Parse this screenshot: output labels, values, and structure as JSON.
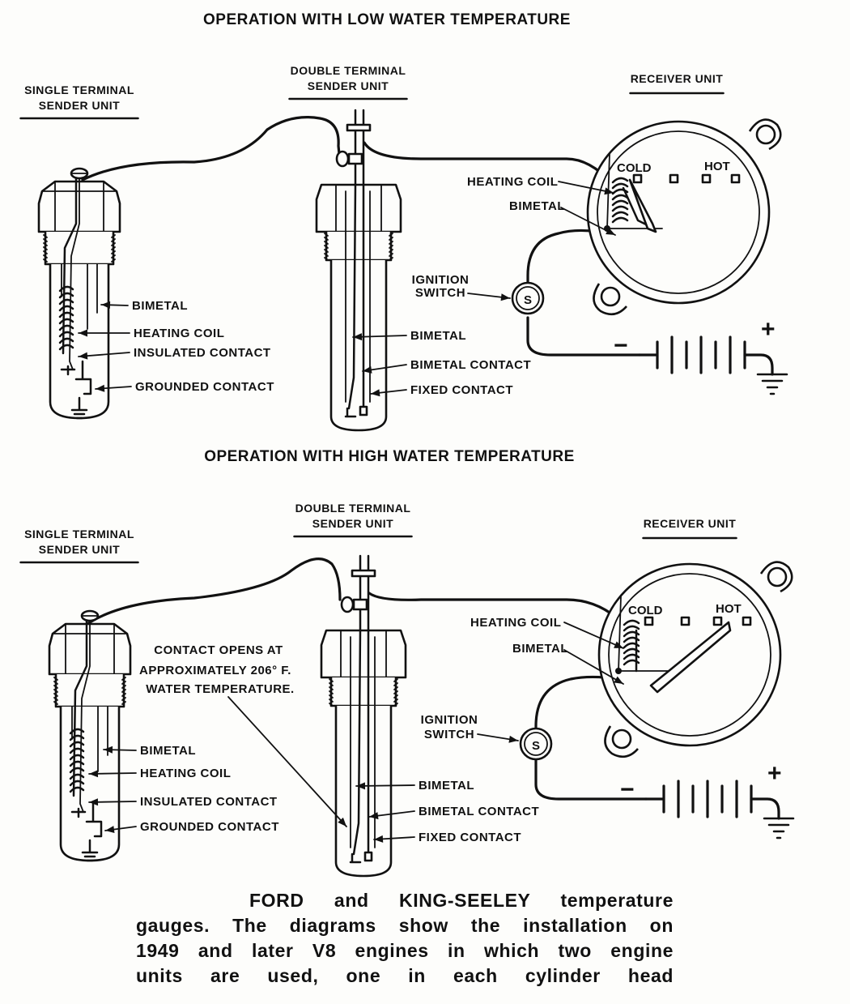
{
  "diagram": {
    "low": {
      "title": "OPERATION WITH LOW WATER TEMPERATURE",
      "single_sender_heading": [
        "SINGLE TERMINAL",
        "SENDER UNIT"
      ],
      "double_sender_heading": [
        "DOUBLE TERMINAL",
        "SENDER UNIT"
      ],
      "receiver_heading": "RECEIVER UNIT",
      "single_labels": [
        "BIMETAL",
        "HEATING COIL",
        "INSULATED CONTACT",
        "GROUNDED CONTACT"
      ],
      "double_labels": [
        "BIMETAL",
        "BIMETAL CONTACT",
        "FIXED CONTACT"
      ],
      "receiver_labels": [
        "HEATING COIL",
        "BIMETAL"
      ],
      "ignition_label": [
        "IGNITION",
        "SWITCH"
      ],
      "switch_symbol": "S",
      "dial_cold": "COLD",
      "dial_hot": "HOT",
      "battery_minus": "−",
      "battery_plus": "+"
    },
    "high": {
      "title": "OPERATION WITH HIGH WATER TEMPERATURE",
      "single_sender_heading": [
        "SINGLE TERMINAL",
        "SENDER UNIT"
      ],
      "double_sender_heading": [
        "DOUBLE TERMINAL",
        "SENDER UNIT"
      ],
      "receiver_heading": "RECEIVER UNIT",
      "single_labels": [
        "BIMETAL",
        "HEATING COIL",
        "INSULATED CONTACT",
        "GROUNDED CONTACT"
      ],
      "double_labels": [
        "BIMETAL",
        "BIMETAL CONTACT",
        "FIXED CONTACT"
      ],
      "receiver_labels": [
        "HEATING COIL",
        "BIMETAL"
      ],
      "ignition_label": [
        "IGNITION",
        "SWITCH"
      ],
      "switch_symbol": "S",
      "dial_cold": "COLD",
      "dial_hot": "HOT",
      "battery_minus": "−",
      "battery_plus": "+",
      "contact_note": [
        "CONTACT OPENS AT",
        "APPROXIMATELY 206° F.",
        "WATER TEMPERATURE."
      ]
    }
  },
  "caption": [
    "FORD and KING-SEELEY temperature",
    "gauges. The diagrams show the installation on",
    "1949 and later V8 engines in which two engine",
    "units are used, one in each cylinder head"
  ]
}
